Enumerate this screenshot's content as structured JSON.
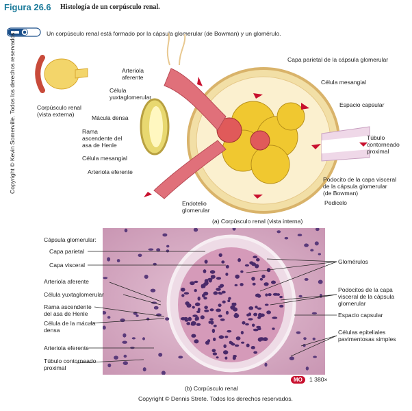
{
  "figure": {
    "number": "Figura 26.6",
    "title": "Histología de un corpúsculo renal.",
    "intro": "Un corpúsculo renal está formado por la cápsula glomerular (de Bowman) y un glomérulo.",
    "copyright_vertical": "Copyright © Kevin Somerville. Todos los derechos reservados.",
    "copyright_bottom": "Copyright © Dennis Strete. Todos los derechos reservados."
  },
  "panel_a": {
    "thumb_label": "Corpúsculo renal\n(vista externa)",
    "caption": "(a) Corpúsculo renal (vista interna)",
    "labels_left": [
      "Arteriola\naferente",
      "Célula\nyuxtaglomerular",
      "Mácula densa",
      "Rama\nascendente del\nasa de Henle",
      "Célula mesangial",
      "Arteriola eferente",
      "Endotelio\nglomerular"
    ],
    "labels_right": [
      "Capa parietal de la cápsula glomerular",
      "Célula mesangial",
      "Espacio capsular",
      "Túbulo\ncontorneado\nproximal",
      "Podocito de la capa visceral\nde la cápsula glomerular\n(de Bowman)",
      "Pedicelo"
    ]
  },
  "panel_b": {
    "caption": "(b) Corpúsculo renal",
    "magnification_badge": "MO",
    "magnification": "1 380×",
    "labels_left": [
      "Cápsula glomerular:",
      "Capa parietal",
      "Capa visceral",
      "Arteriola aferente",
      "Célula yuxtaglomerular",
      "Rama ascendente\ndel asa de Henle",
      "Célula de la mácula\ndensa",
      "Arteriola eferente",
      "Túbulo contorneado\nproximal"
    ],
    "labels_right": [
      "Glomérulos",
      "Podocitos de la capa\nvisceral de la cápsula\nglomerular",
      "Espacio capsular",
      "Células epiteliales\npavimentosas simples"
    ]
  },
  "colors": {
    "title": "#1a7a9a",
    "capsule": "#f2dfa6",
    "glomerulus": "#f0c830",
    "arteriole": "#e0707a",
    "stain_pink": "#d9a6c0",
    "stain_purple": "#5a3a7a",
    "badge": "#c8102e"
  },
  "icons": [
    "microscope-icon"
  ]
}
